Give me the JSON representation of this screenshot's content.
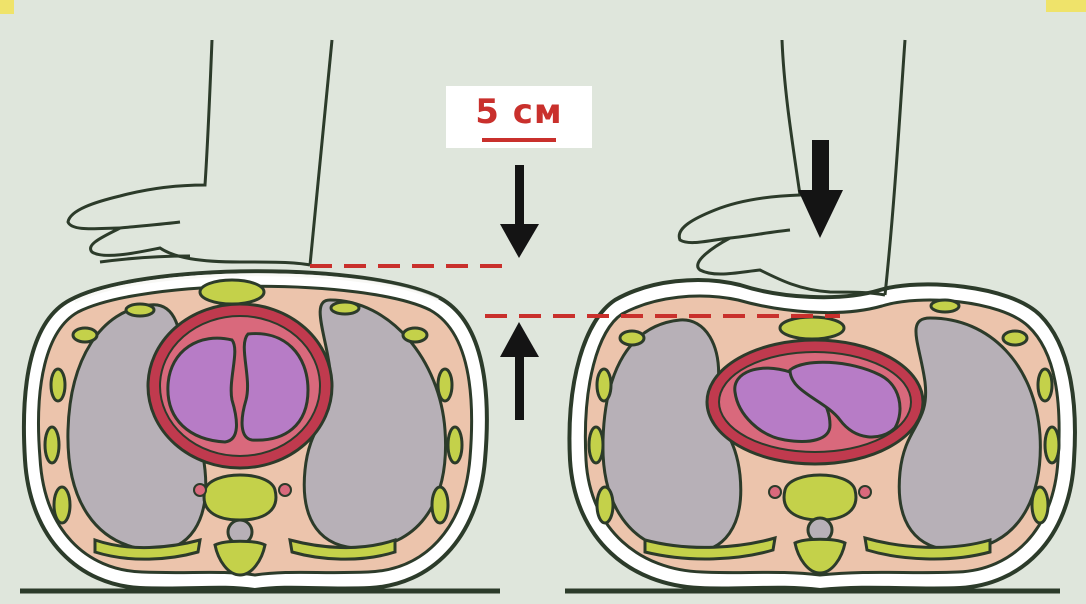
{
  "annotation": {
    "distance_label": "5 см"
  },
  "colors": {
    "background": "#dfe6dc",
    "outline": "#2c3b2a",
    "muscle_tissue": "#ecc4ac",
    "lung": "#b7b0b7",
    "heart_muscle": "#d9697c",
    "pericardium": "#c03a4e",
    "heart_chamber": "#b77cc6",
    "bone": "#c4d14a",
    "indicator_red": "#c9302c",
    "arrow": "#141414",
    "skin_shadow": "#ffffff"
  },
  "panels": [
    {
      "state": "rest",
      "icon": "hand-icon"
    },
    {
      "state": "compression",
      "icon": "hand-icon"
    }
  ]
}
